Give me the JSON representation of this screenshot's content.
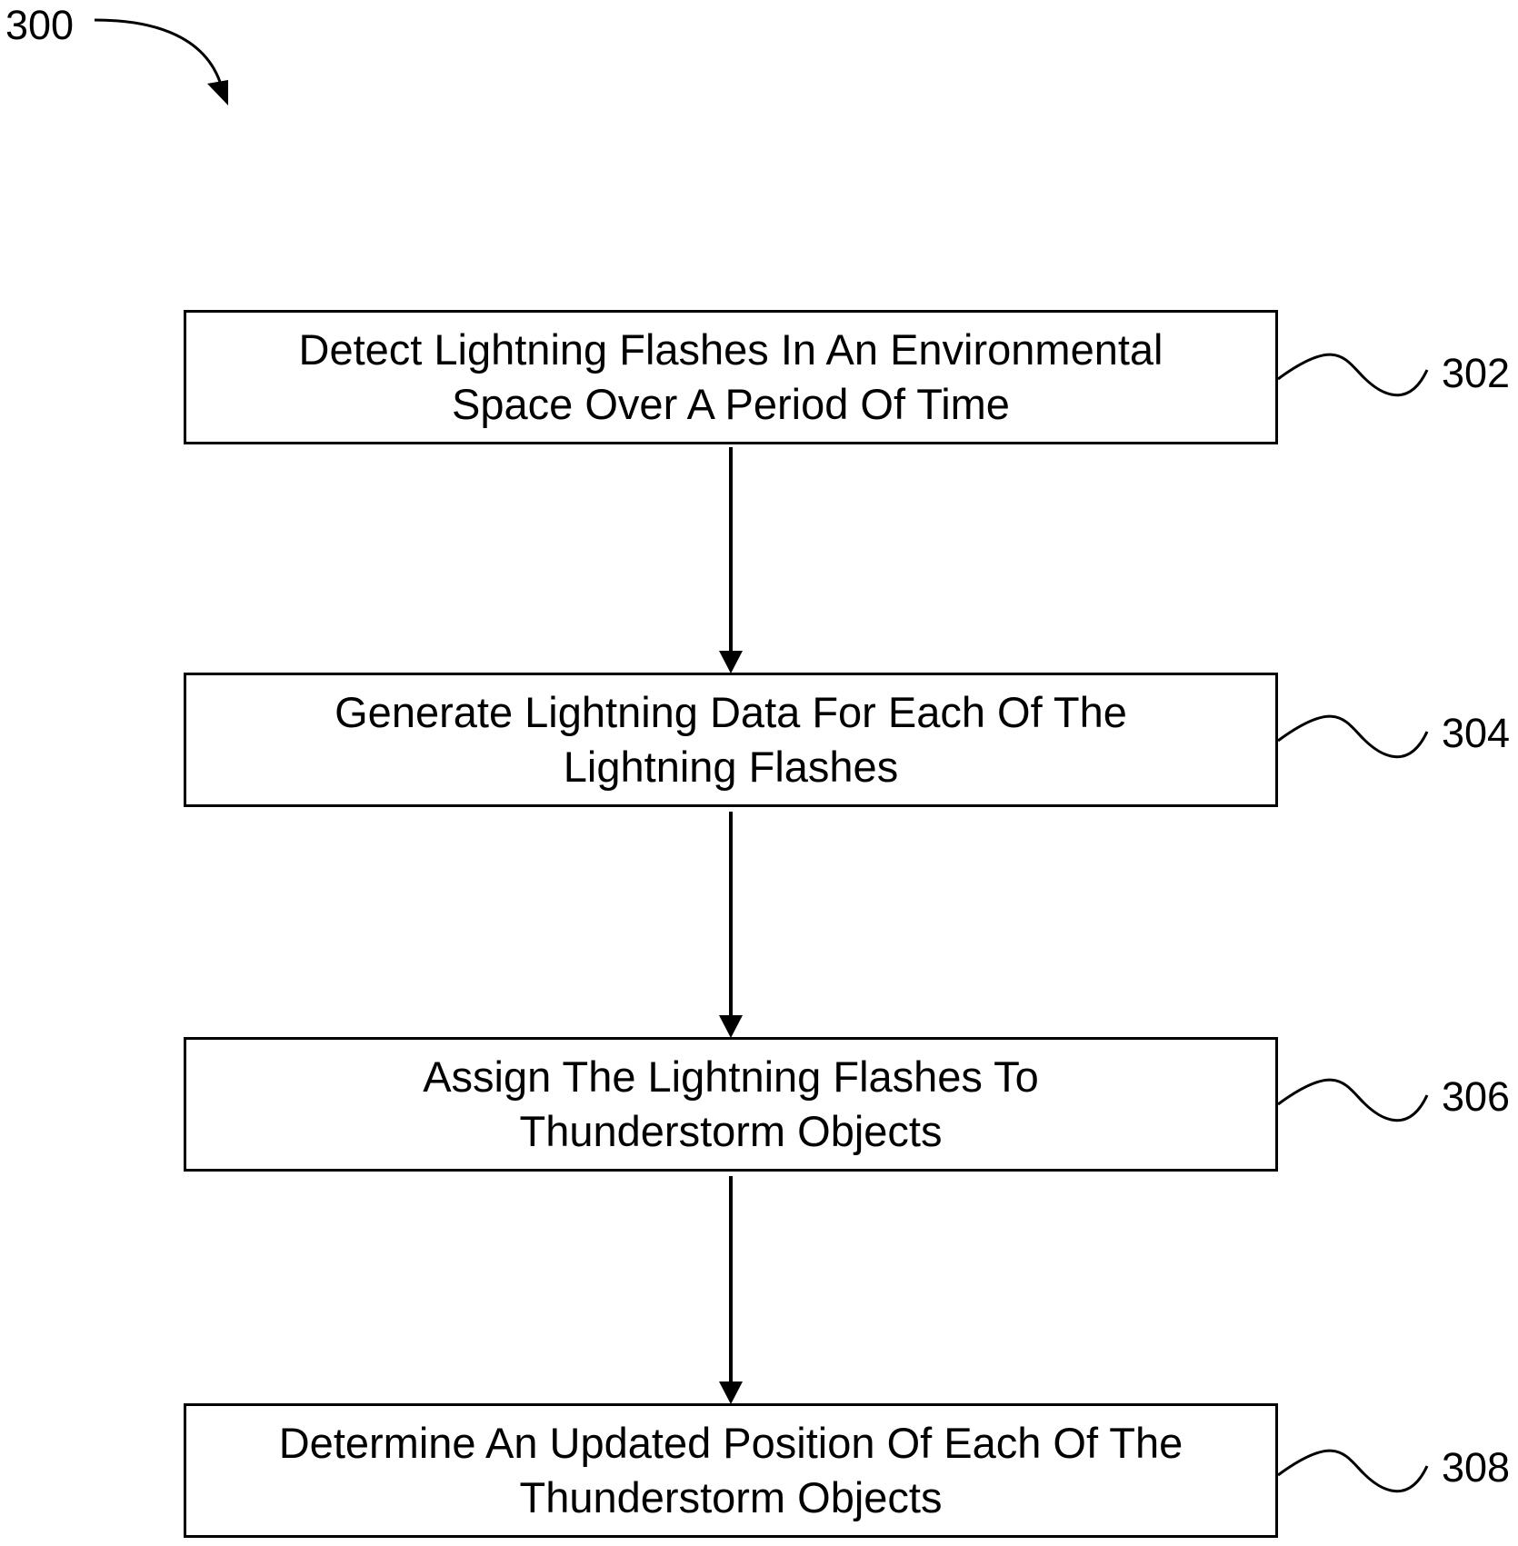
{
  "figure": {
    "label": "300"
  },
  "steps": [
    {
      "ref": "302",
      "lines": [
        "Detect Lightning Flashes In An Environmental",
        "Space Over A Period Of Time"
      ]
    },
    {
      "ref": "304",
      "lines": [
        "Generate Lightning Data For Each Of The",
        "Lightning Flashes"
      ]
    },
    {
      "ref": "306",
      "lines": [
        "Assign The Lightning Flashes To",
        "Thunderstorm Objects"
      ]
    },
    {
      "ref": "308",
      "lines": [
        "Determine An Updated Position Of Each Of The",
        "Thunderstorm Objects"
      ]
    }
  ],
  "colors": {
    "line": "#000000",
    "background": "#ffffff"
  }
}
